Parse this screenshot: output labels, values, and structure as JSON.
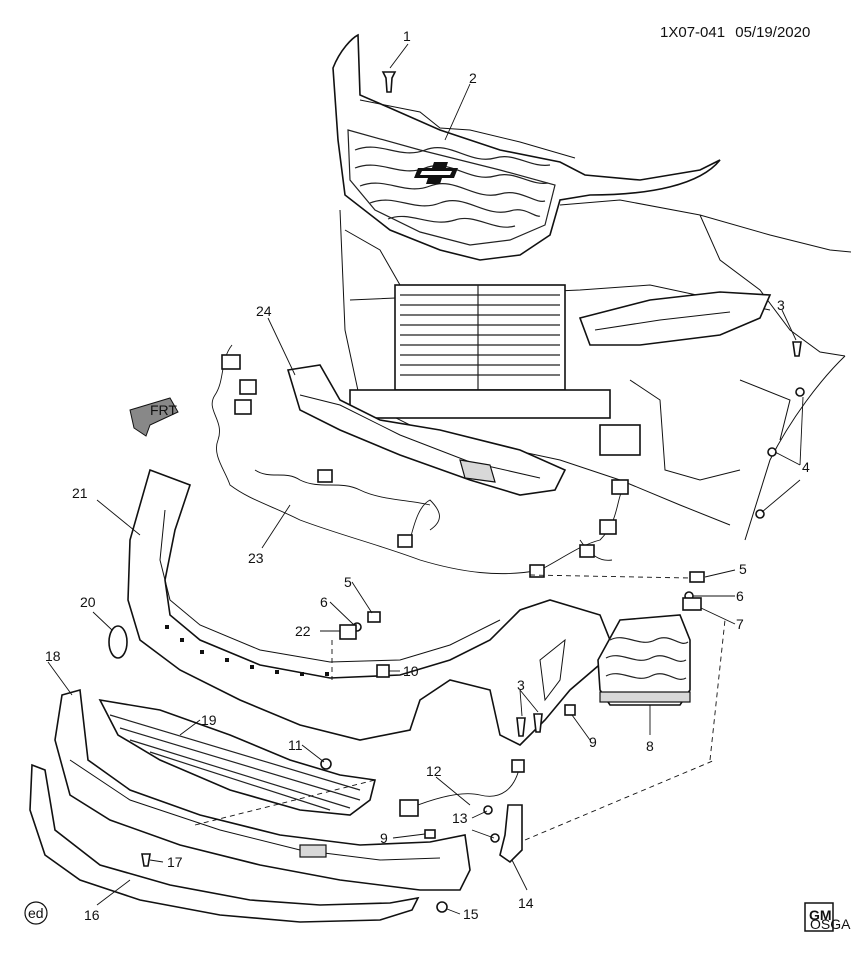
{
  "header": {
    "diagram_id": "1X07-041",
    "date": "05/19/2020"
  },
  "direction_indicator": {
    "label": "FRT"
  },
  "corner_mark": {
    "label": "ed"
  },
  "logo": {
    "text": "GM",
    "subtext": "OSGA"
  },
  "callouts": {
    "c1": "1",
    "c2": "2",
    "c3a": "3",
    "c3b": "3",
    "c4": "4",
    "c5a": "5",
    "c5b": "5",
    "c6a": "6",
    "c6b": "6",
    "c7": "7",
    "c8": "8",
    "c9a": "9",
    "c9b": "9",
    "c10": "10",
    "c11": "11",
    "c12": "12",
    "c13": "13",
    "c14": "14",
    "c15": "15",
    "c16": "16",
    "c17": "17",
    "c18": "18",
    "c19": "19",
    "c20": "20",
    "c21": "21",
    "c22": "22",
    "c23": "23",
    "c24": "24"
  }
}
